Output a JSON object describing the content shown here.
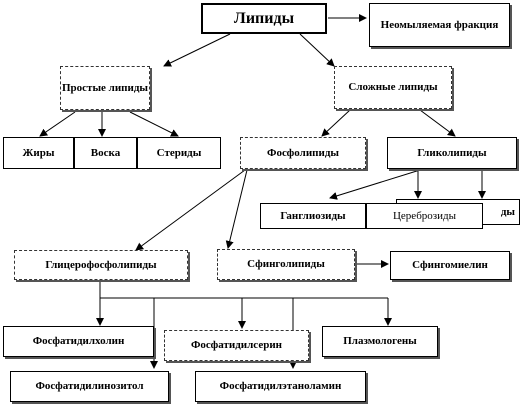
{
  "nodes": {
    "lipids": "Липиды",
    "unsaponifiable": "Неомыляемая фракция",
    "simple": "Простые липиды",
    "complex": "Сложные липиды",
    "fats": "Жиры",
    "waxes": "Воска",
    "steroids": "Стериды",
    "phospholipids": "Фосфолипиды",
    "glycolipids": "Гликолипиды",
    "sulfolipids_partial": "ды",
    "gangliosides": "Ганглиозиды",
    "cerebrosides": "Цереброзиды",
    "glycerophospholipids": "Глицерофосфолипиды",
    "sphingolipids": "Сфинголипиды",
    "sphingomyelin": "Сфингомиелин",
    "phosphatidylcholine": "Фосфатидилхолин",
    "phosphatidylserine": "Фосфатидилсерин",
    "plasmalogens": "Плазмологены",
    "phosphatidylinositol": "Фосфатидилинозитол",
    "phosphatidylethanolamine": "Фосфатидилэтаноламин"
  }
}
